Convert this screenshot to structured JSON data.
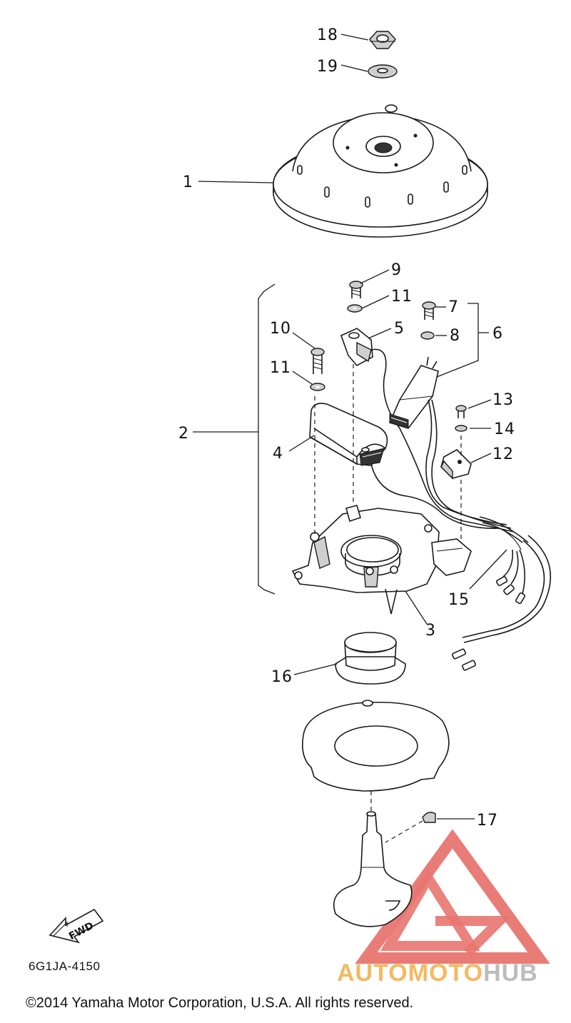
{
  "diagram": {
    "drawing_code": "6G1JA-4150",
    "fwd_label": "FWD",
    "copyright": "©2014 Yamaha Motor Corporation, U.S.A. All rights reserved.",
    "watermark": {
      "brand_part1": "AUTOMOTO",
      "brand_part2": "HUB",
      "colors": {
        "triangle": "#e8766f",
        "part1": "#f5b961",
        "part2": "#bcbcbc"
      }
    },
    "callouts": [
      {
        "label": "1"
      },
      {
        "label": "2"
      },
      {
        "label": "3"
      },
      {
        "label": "4"
      },
      {
        "label": "5"
      },
      {
        "label": "6"
      },
      {
        "label": "7"
      },
      {
        "label": "8"
      },
      {
        "label": "9"
      },
      {
        "label": "10"
      },
      {
        "label": "11"
      },
      {
        "label": "11"
      },
      {
        "label": "12"
      },
      {
        "label": "13"
      },
      {
        "label": "14"
      },
      {
        "label": "15"
      },
      {
        "label": "16"
      },
      {
        "label": "17"
      },
      {
        "label": "18"
      },
      {
        "label": "19"
      }
    ]
  }
}
